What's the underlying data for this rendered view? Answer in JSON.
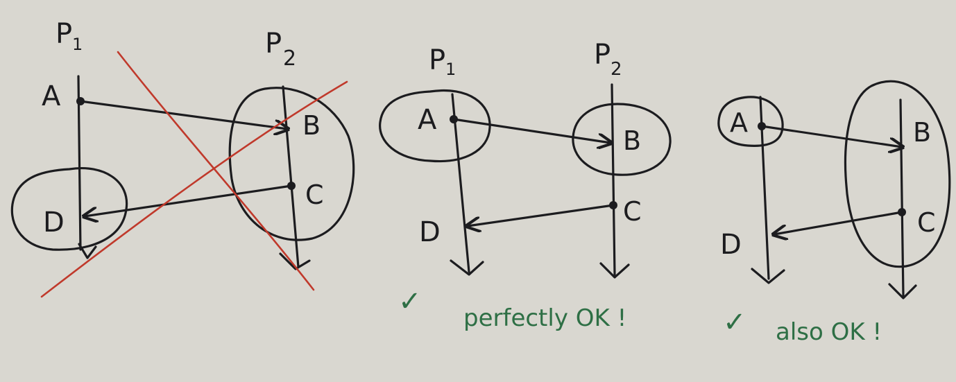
{
  "diagrams": [
    {
      "id": "left",
      "process_labels": [
        "P",
        "1",
        "P",
        "2"
      ],
      "event_labels": [
        "A",
        "B",
        "C",
        "D"
      ],
      "verdict": "",
      "crossed_out": true
    },
    {
      "id": "middle",
      "process_labels": [
        "P",
        "1",
        "P",
        "2"
      ],
      "event_labels": [
        "A",
        "B",
        "C",
        "D"
      ],
      "verdict_mark": "✓",
      "verdict": "perfectly OK !"
    },
    {
      "id": "right",
      "event_labels": [
        "A",
        "B",
        "C",
        "D"
      ],
      "verdict_mark": "✓",
      "verdict": "also OK !"
    }
  ],
  "colors": {
    "background": "#d9d7d0",
    "ink": "#1c1c1f",
    "cross": "#c0392b",
    "verdict": "#2e6f45"
  }
}
